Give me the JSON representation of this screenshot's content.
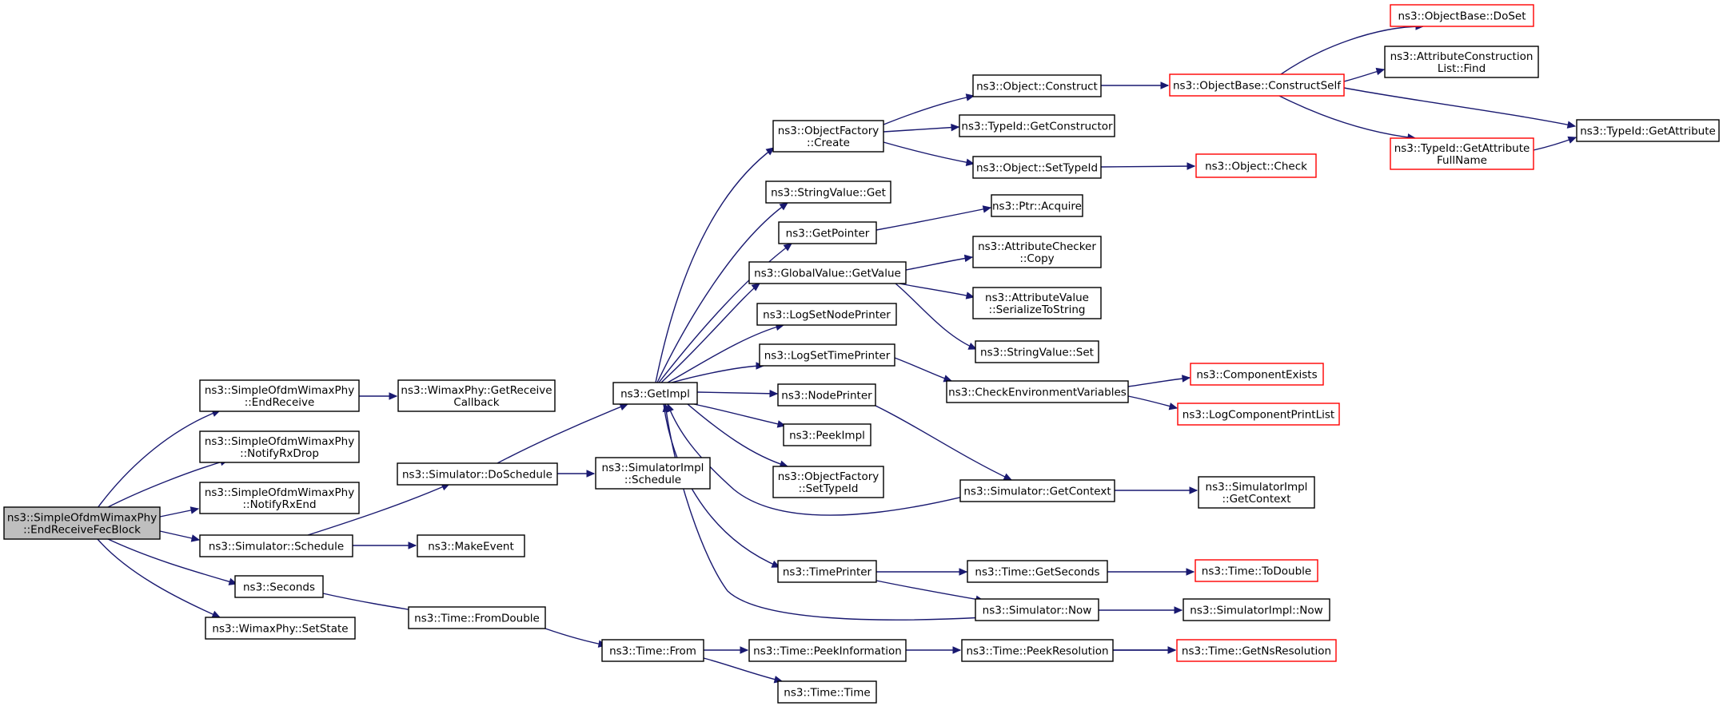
{
  "colors": {
    "edge": "#191970",
    "border_default": "#000000",
    "border_truncated": "#ff0000",
    "fill_default": "#ffffff",
    "fill_root": "#bfbfbf"
  },
  "nodes": [
    {
      "id": "root",
      "lines": [
        "ns3::SimpleOfdmWimaxPhy",
        "::EndReceiveFecBlock"
      ],
      "style": "root"
    },
    {
      "id": "endrecv",
      "lines": [
        "ns3::SimpleOfdmWimaxPhy",
        "::EndReceive"
      ],
      "style": "normal"
    },
    {
      "id": "notifydrop",
      "lines": [
        "ns3::SimpleOfdmWimaxPhy",
        "::NotifyRxDrop"
      ],
      "style": "normal"
    },
    {
      "id": "notifyend",
      "lines": [
        "ns3::SimpleOfdmWimaxPhy",
        "::NotifyRxEnd"
      ],
      "style": "normal"
    },
    {
      "id": "schedule",
      "lines": [
        "ns3::Simulator::Schedule"
      ],
      "style": "normal"
    },
    {
      "id": "seconds",
      "lines": [
        "ns3::Seconds"
      ],
      "style": "normal"
    },
    {
      "id": "setstate",
      "lines": [
        "ns3::WimaxPhy::SetState"
      ],
      "style": "normal"
    },
    {
      "id": "getrecvcb",
      "lines": [
        "ns3::WimaxPhy::GetReceive",
        "Callback"
      ],
      "style": "normal"
    },
    {
      "id": "doschedule",
      "lines": [
        "ns3::Simulator::DoSchedule"
      ],
      "style": "normal"
    },
    {
      "id": "makeevent",
      "lines": [
        "ns3::MakeEvent"
      ],
      "style": "normal"
    },
    {
      "id": "fromdouble",
      "lines": [
        "ns3::Time::FromDouble"
      ],
      "style": "normal"
    },
    {
      "id": "getimpl",
      "lines": [
        "ns3::GetImpl"
      ],
      "style": "normal"
    },
    {
      "id": "simimplsched",
      "lines": [
        "ns3::SimulatorImpl",
        "::Schedule"
      ],
      "style": "normal"
    },
    {
      "id": "timefrom",
      "lines": [
        "ns3::Time::From"
      ],
      "style": "normal"
    },
    {
      "id": "ofcreate",
      "lines": [
        "ns3::ObjectFactory",
        "::Create"
      ],
      "style": "normal"
    },
    {
      "id": "strvalget",
      "lines": [
        "ns3::StringValue::Get"
      ],
      "style": "normal"
    },
    {
      "id": "getpointer",
      "lines": [
        "ns3::GetPointer"
      ],
      "style": "normal"
    },
    {
      "id": "gvgetvalue",
      "lines": [
        "ns3::GlobalValue::GetValue"
      ],
      "style": "normal"
    },
    {
      "id": "logsetnode",
      "lines": [
        "ns3::LogSetNodePrinter"
      ],
      "style": "normal"
    },
    {
      "id": "logsettime",
      "lines": [
        "ns3::LogSetTimePrinter"
      ],
      "style": "normal"
    },
    {
      "id": "nodeprinter",
      "lines": [
        "ns3::NodePrinter"
      ],
      "style": "normal"
    },
    {
      "id": "peekimpl",
      "lines": [
        "ns3::PeekImpl"
      ],
      "style": "normal"
    },
    {
      "id": "ofsettypeid",
      "lines": [
        "ns3::ObjectFactory",
        "::SetTypeId"
      ],
      "style": "normal"
    },
    {
      "id": "timeprinter",
      "lines": [
        "ns3::TimePrinter"
      ],
      "style": "normal"
    },
    {
      "id": "peekinfo",
      "lines": [
        "ns3::Time::PeekInformation"
      ],
      "style": "normal"
    },
    {
      "id": "timetime",
      "lines": [
        "ns3::Time::Time"
      ],
      "style": "normal"
    },
    {
      "id": "objconstruct",
      "lines": [
        "ns3::Object::Construct"
      ],
      "style": "normal"
    },
    {
      "id": "typeidgetctor",
      "lines": [
        "ns3::TypeId::GetConstructor"
      ],
      "style": "normal"
    },
    {
      "id": "objsettypeid",
      "lines": [
        "ns3::Object::SetTypeId"
      ],
      "style": "normal"
    },
    {
      "id": "ptracquire",
      "lines": [
        "ns3::Ptr::Acquire"
      ],
      "style": "normal"
    },
    {
      "id": "attrcheckcopy",
      "lines": [
        "ns3::AttributeChecker",
        "::Copy"
      ],
      "style": "normal"
    },
    {
      "id": "attrvalser",
      "lines": [
        "ns3::AttributeValue",
        "::SerializeToString"
      ],
      "style": "normal"
    },
    {
      "id": "strvalset",
      "lines": [
        "ns3::StringValue::Set"
      ],
      "style": "normal"
    },
    {
      "id": "checkenv",
      "lines": [
        "ns3::CheckEnvironmentVariables"
      ],
      "style": "normal"
    },
    {
      "id": "simgetctx",
      "lines": [
        "ns3::Simulator::GetContext"
      ],
      "style": "normal"
    },
    {
      "id": "timegetsec",
      "lines": [
        "ns3::Time::GetSeconds"
      ],
      "style": "normal"
    },
    {
      "id": "simnow",
      "lines": [
        "ns3::Simulator::Now"
      ],
      "style": "normal"
    },
    {
      "id": "peekres",
      "lines": [
        "ns3::Time::PeekResolution"
      ],
      "style": "normal"
    },
    {
      "id": "obconstructself",
      "lines": [
        "ns3::ObjectBase::ConstructSelf"
      ],
      "style": "truncated"
    },
    {
      "id": "objcheck",
      "lines": [
        "ns3::Object::Check"
      ],
      "style": "truncated"
    },
    {
      "id": "compexists",
      "lines": [
        "ns3::ComponentExists"
      ],
      "style": "truncated"
    },
    {
      "id": "logcompprint",
      "lines": [
        "ns3::LogComponentPrintList"
      ],
      "style": "truncated"
    },
    {
      "id": "simimplgetctx",
      "lines": [
        "ns3::SimulatorImpl",
        "::GetContext"
      ],
      "style": "normal"
    },
    {
      "id": "timetodouble",
      "lines": [
        "ns3::Time::ToDouble"
      ],
      "style": "truncated"
    },
    {
      "id": "simimplnow",
      "lines": [
        "ns3::SimulatorImpl::Now"
      ],
      "style": "normal"
    },
    {
      "id": "timegetnsres",
      "lines": [
        "ns3::Time::GetNsResolution"
      ],
      "style": "truncated"
    },
    {
      "id": "obdoset",
      "lines": [
        "ns3::ObjectBase::DoSet"
      ],
      "style": "truncated"
    },
    {
      "id": "attrconsfind",
      "lines": [
        "ns3::AttributeConstruction",
        "List::Find"
      ],
      "style": "normal"
    },
    {
      "id": "typeidgetattrfull",
      "lines": [
        "ns3::TypeId::GetAttribute",
        "FullName"
      ],
      "style": "truncated"
    },
    {
      "id": "typeidgetattr",
      "lines": [
        "ns3::TypeId::GetAttribute"
      ],
      "style": "normal"
    }
  ]
}
